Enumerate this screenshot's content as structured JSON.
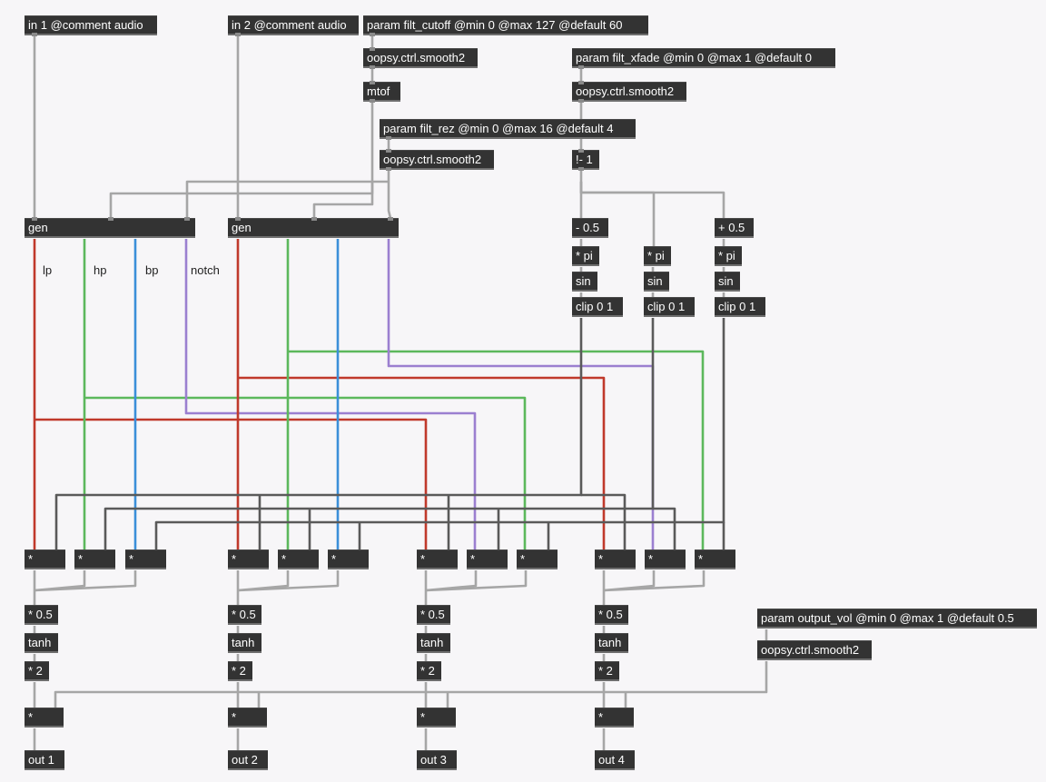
{
  "objects": {
    "in1": "in 1 @comment audio",
    "in2": "in 2 @comment audio",
    "param_cutoff": "param filt_cutoff @min 0 @max 127 @default 60",
    "smooth_cutoff": "oopsy.ctrl.smooth2",
    "mtof": "mtof",
    "param_xfade": "param filt_xfade @min 0 @max 1 @default 0",
    "smooth_xfade": "oopsy.ctrl.smooth2",
    "param_rez": "param filt_rez @min 0 @max 16 @default 4",
    "smooth_rez": "oopsy.ctrl.smooth2",
    "rminus": "!- 1",
    "gen1": "gen",
    "gen2": "gen",
    "minus05": "- 0.5",
    "plus05": "+ 0.5",
    "mulpi": "* pi",
    "sin": "sin",
    "clip": "clip 0 1",
    "mul": "*",
    "half": "* 0.5",
    "tanh": "tanh",
    "two": "* 2",
    "param_vol": "param output_vol @min 0 @max 1 @default 0.5",
    "smooth_vol": "oopsy.ctrl.smooth2",
    "out1": "out 1",
    "out2": "out 2",
    "out3": "out 3",
    "out4": "out 4"
  },
  "labels": {
    "lp": "lp",
    "hp": "hp",
    "bp": "bp",
    "notch": "notch"
  },
  "colors": {
    "background": "#f7f6f8",
    "object_bg": "#333333",
    "wire_grey": "#a6a6a6",
    "wire_dark": "#5a5a5a",
    "wire_lp": "#c0392b",
    "wire_hp": "#5cb85c",
    "wire_bp": "#3b8fd9",
    "wire_notch": "#9b7fd0"
  }
}
